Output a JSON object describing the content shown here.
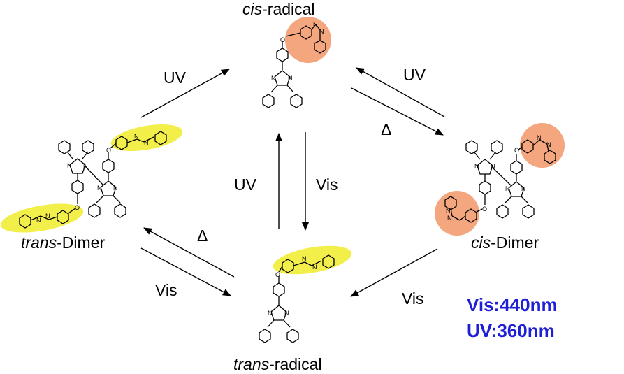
{
  "labels": {
    "cis_radical": {
      "prefix": "cis",
      "suffix": "-radical"
    },
    "trans_radical": {
      "prefix": "trans",
      "suffix": "-radical"
    },
    "trans_dimer": {
      "prefix": "trans",
      "suffix": "-Dimer"
    },
    "cis_dimer": {
      "prefix": "cis",
      "suffix": "-Dimer"
    }
  },
  "arrows": {
    "trans_dimer_to_cis_radical": "UV",
    "cis_radical_to_cis_dimer_reverse": "UV",
    "cis_radical_to_cis_dimer_forward": "Δ",
    "trans_radical_to_cis_radical": "UV",
    "cis_radical_to_trans_radical": "Vis",
    "cis_dimer_to_trans_radical": "Vis",
    "trans_radical_to_trans_dimer": "Δ",
    "trans_dimer_to_trans_radical": "Vis"
  },
  "wavelengths": {
    "vis": "Vis:440nm",
    "uv": "UV:360nm"
  },
  "atoms": {
    "oxygen": "O",
    "nitrogen": "N"
  },
  "colors": {
    "trans_highlight": "#f3ef4a",
    "cis_highlight": "#f4a67f",
    "note_text": "#1f1fd6"
  }
}
